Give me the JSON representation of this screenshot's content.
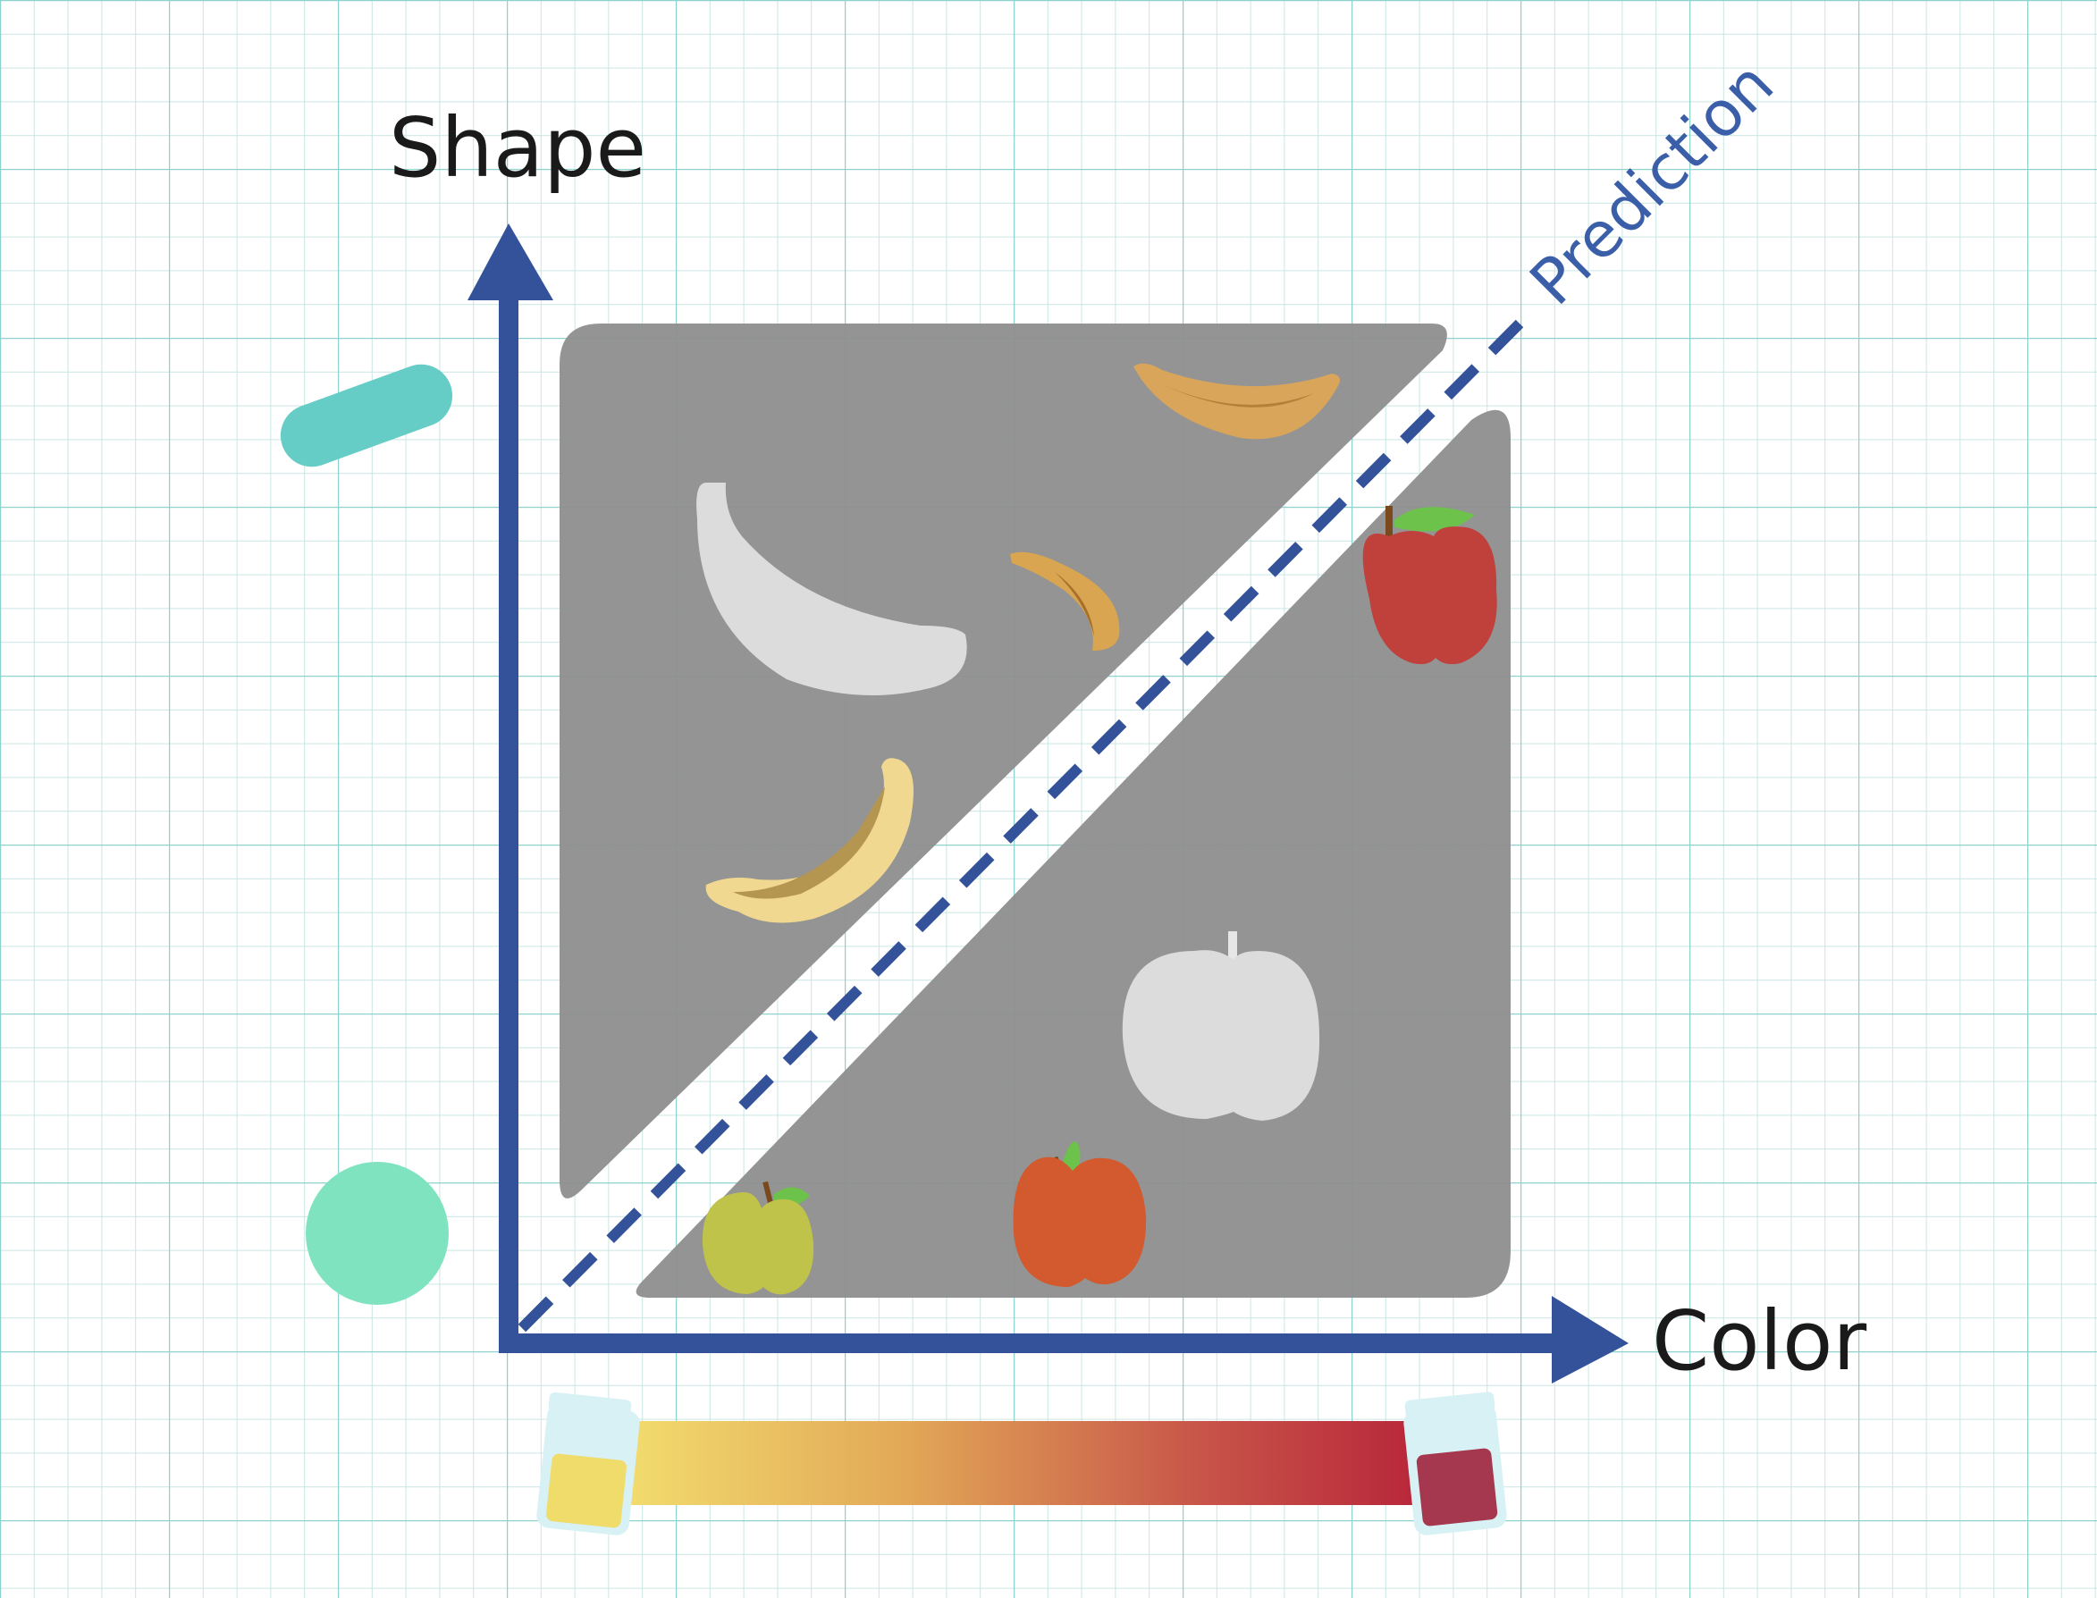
{
  "axes": {
    "y_label": "Shape",
    "x_label": "Color"
  },
  "boundary": {
    "label": "Prediction"
  },
  "colors": {
    "background": "#ffffff",
    "grid_minor": "#c9e6e4",
    "grid_major": "#8fd1cc",
    "axis": "#34529a",
    "region": "#8e8e8e",
    "prediction_text": "#3a5ea8",
    "color_scale": [
      "#f2dc6e",
      "#e2a857",
      "#c9594a",
      "#b8263a"
    ]
  },
  "icons": [
    "elongated-shape-icon",
    "round-shape-icon",
    "banana-icon",
    "apple-icon",
    "yellow-jar-icon",
    "red-jar-icon"
  ]
}
